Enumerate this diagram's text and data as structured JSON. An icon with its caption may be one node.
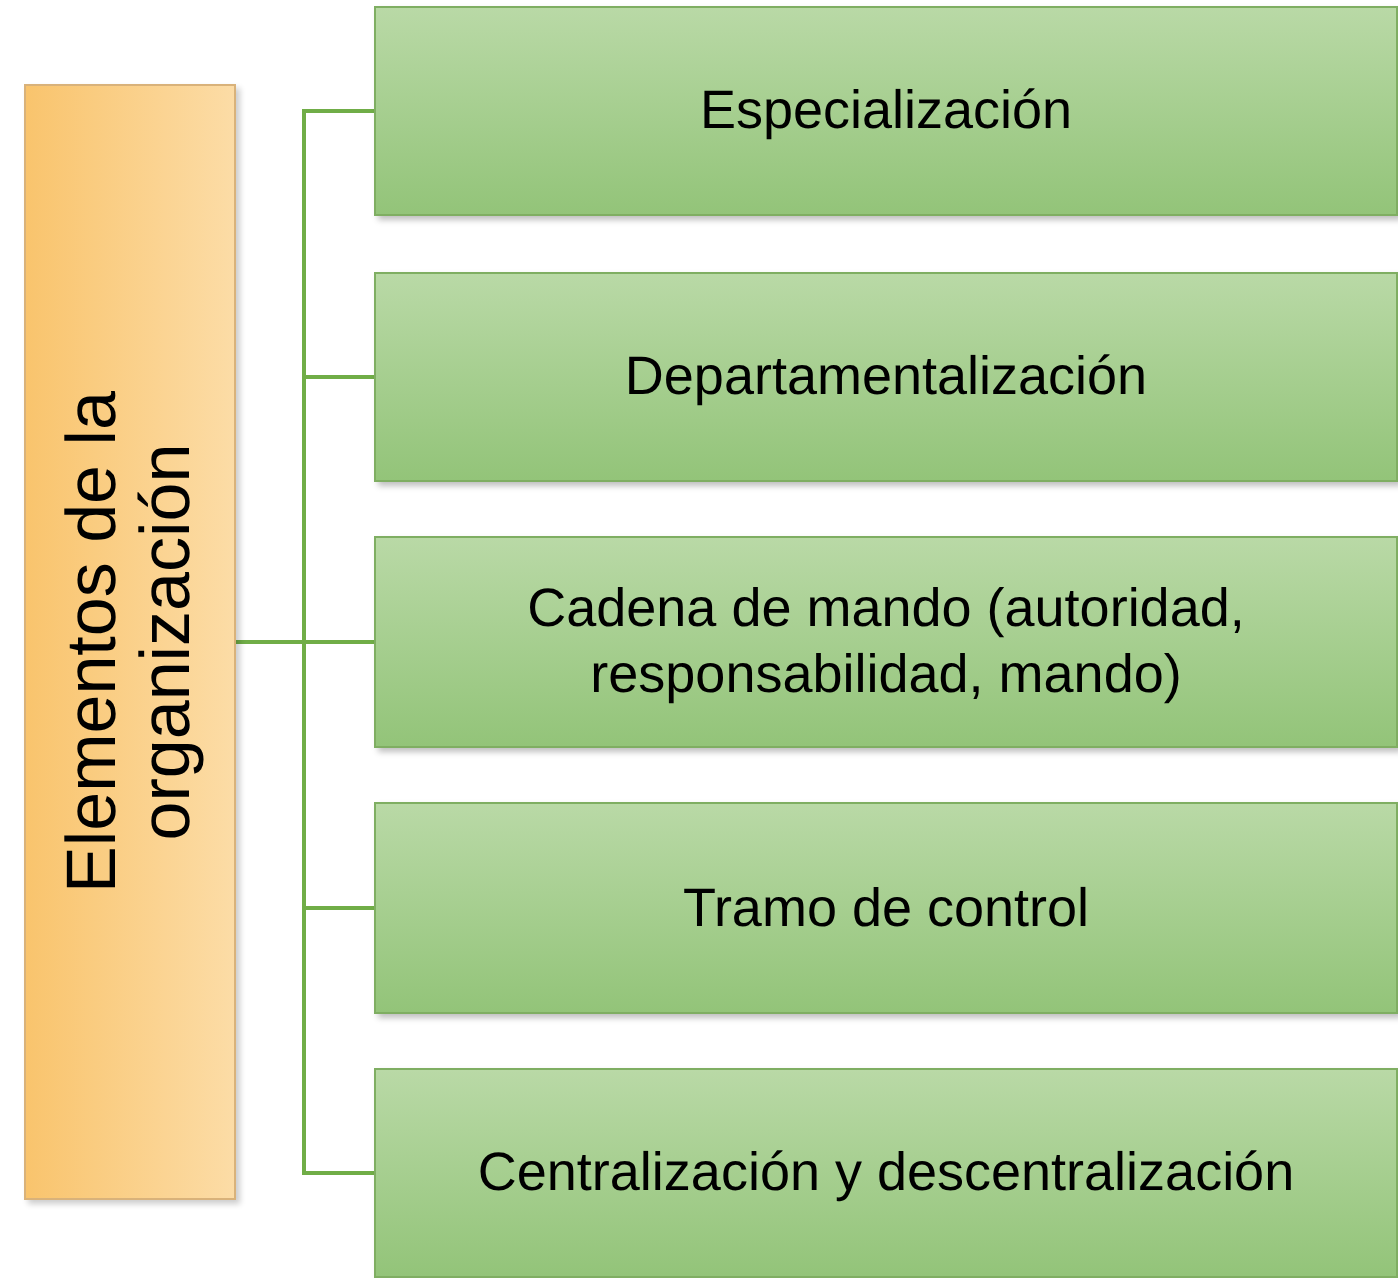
{
  "diagram": {
    "nodes": [
      {
        "text": [
          "Elementos de la organización"
        ]
      },
      {
        "text": [
          "Especialización"
        ]
      },
      {
        "text": [
          "Departamentalización"
        ]
      },
      {
        "text": [
          "Cadena de mando (autoridad, responsabilidad, mando)"
        ]
      },
      {
        "text": [
          "Tramo de control"
        ]
      },
      {
        "text": [
          "Centralización y descentralización"
        ]
      }
    ],
    "edges": [
      {
        "from": 0,
        "to": 1,
        "arrow": "none"
      },
      {
        "from": 0,
        "to": 2,
        "arrow": "none"
      },
      {
        "from": 0,
        "to": 3,
        "arrow": "none"
      },
      {
        "from": 0,
        "to": 4,
        "arrow": "none"
      },
      {
        "from": 0,
        "to": 5,
        "arrow": "none"
      }
    ]
  }
}
